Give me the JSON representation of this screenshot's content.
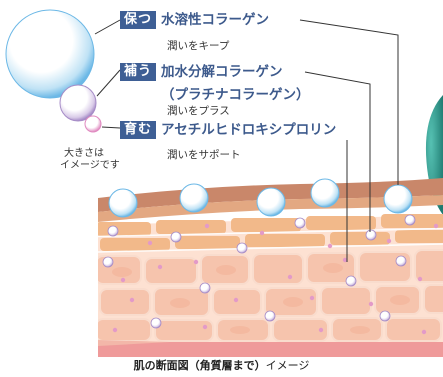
{
  "items": [
    {
      "badge": "保つ",
      "title": "水溶性コラーゲン",
      "subtitle": "潤いをキープ"
    },
    {
      "badge": "補う",
      "title": "加水分解コラーゲン",
      "title_line2": "（プラチナコラーゲン）",
      "subtitle": "潤いをプラス"
    },
    {
      "badge": "育む",
      "title": "アセチルヒドロキシプロリン",
      "subtitle": "潤いをサポート"
    }
  ],
  "size_note": {
    "line1": "大きさは",
    "line2": "イメージです"
  },
  "caption": {
    "main": "肌の断面図（角質層まで）",
    "suffix": "イメージ"
  },
  "colors": {
    "badge": "#3e5f95",
    "title_text": "#3d5a8c",
    "skin_top": "#c9876a",
    "horny_layer": "#f2b98a",
    "cells": "#f6c4ad",
    "base_layer": "#ef9a9a",
    "large_molecule": "#7cc2ea",
    "medium_molecule": "#b7a2cf",
    "small_molecule": "#e39ac8",
    "accent_teal": "#2f8f86"
  }
}
